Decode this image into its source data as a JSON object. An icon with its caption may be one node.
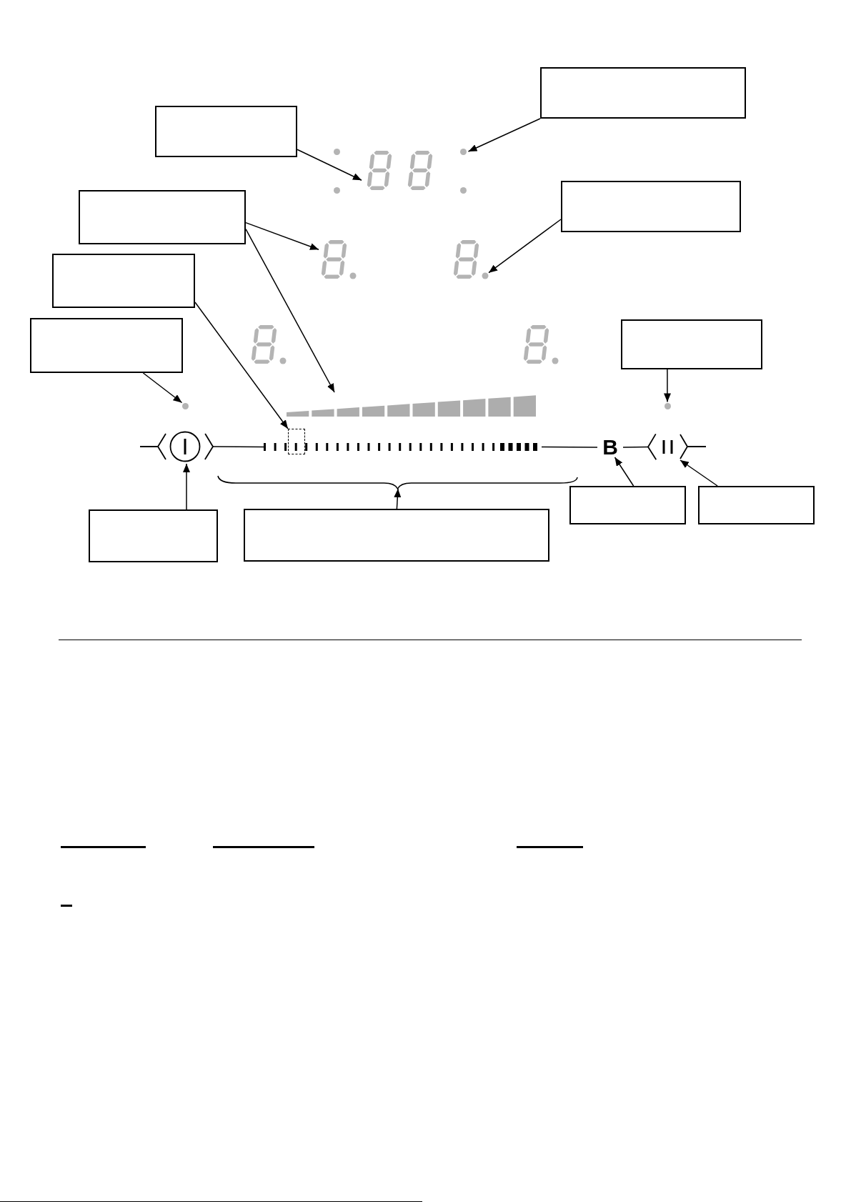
{
  "diagram": {
    "nodes": [
      {
        "text": [],
        "shape": "box"
      },
      {
        "text": [],
        "shape": "box"
      },
      {
        "text": [],
        "shape": "picture"
      },
      {
        "text": [],
        "shape": "circle"
      },
      {
        "text": [],
        "shape": "box"
      },
      {
        "text": [],
        "shape": "box"
      },
      {
        "text": [],
        "shape": "picture"
      },
      {
        "text": [],
        "shape": "picture"
      },
      {
        "text": [],
        "shape": "box"
      },
      {
        "text": [],
        "shape": "box"
      },
      {
        "text": [],
        "shape": "box"
      },
      {
        "text": [],
        "shape": "picture"
      },
      {
        "text": [],
        "shape": "circle"
      },
      {
        "text": [],
        "shape": "circle"
      },
      {
        "text": [],
        "shape": "box"
      },
      {
        "text": [],
        "shape": "picture"
      },
      {
        "text": [],
        "shape": "picture"
      },
      {
        "text": [
          "B"
        ]
      },
      {
        "text": [],
        "shape": "picture"
      },
      {
        "text": [],
        "shape": "bracket"
      },
      {
        "text": [],
        "shape": "box"
      },
      {
        "text": [],
        "shape": "box"
      },
      {
        "text": [],
        "shape": "box"
      },
      {
        "text": [],
        "shape": "box"
      }
    ],
    "edges": [
      {
        "from": 0,
        "to": 3,
        "arrow": "to"
      },
      {
        "from": 1,
        "to": 2,
        "arrow": "to"
      },
      {
        "from": 4,
        "to": 7,
        "arrow": "to"
      },
      {
        "from": 5,
        "to": 6,
        "arrow": "to"
      },
      {
        "from": 5,
        "to": 11,
        "arrow": "to"
      },
      {
        "from": 8,
        "to": 14,
        "arrow": "to"
      },
      {
        "from": 9,
        "to": 12,
        "arrow": "to"
      },
      {
        "from": 10,
        "to": 13,
        "arrow": "to"
      },
      {
        "from": 16,
        "to": 15,
        "arrow": "other"
      },
      {
        "from": 16,
        "to": 17,
        "arrow": "none"
      },
      {
        "from": 17,
        "to": 18,
        "arrow": "other"
      },
      {
        "from": 20,
        "to": 17,
        "arrow": "to"
      },
      {
        "from": 21,
        "to": 18,
        "arrow": "to"
      },
      {
        "from": 22,
        "to": 19,
        "arrow": "to"
      },
      {
        "from": 23,
        "to": 15,
        "arrow": "to"
      }
    ]
  }
}
